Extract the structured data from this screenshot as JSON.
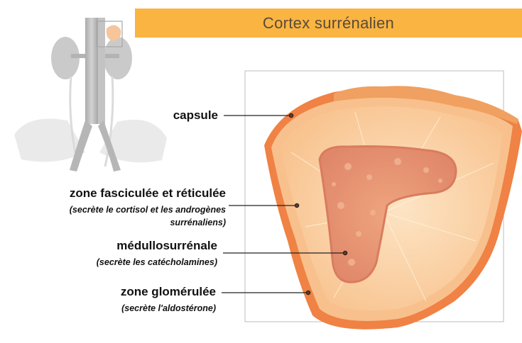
{
  "title": "Cortex surrénalien",
  "colors": {
    "banner": "#f9b441",
    "capsule": "#ee7a3a",
    "cortex": "#fbd3a6",
    "glomerulosa": "#f8c08c",
    "medulla": "#e8976f"
  },
  "labels": {
    "capsule": {
      "name": "capsule"
    },
    "fasciculee": {
      "name": "zone fasciculée et réticulée",
      "desc_line1": "(secrète le cortisol et les androgènes",
      "desc_line2": "surrénaliens)"
    },
    "medullo": {
      "name": "médullosurrénale",
      "desc": "(secrète les catécholamines)"
    },
    "glomerulee": {
      "name": "zone glomérulée",
      "desc": "(secrète l'aldostérone)"
    }
  }
}
